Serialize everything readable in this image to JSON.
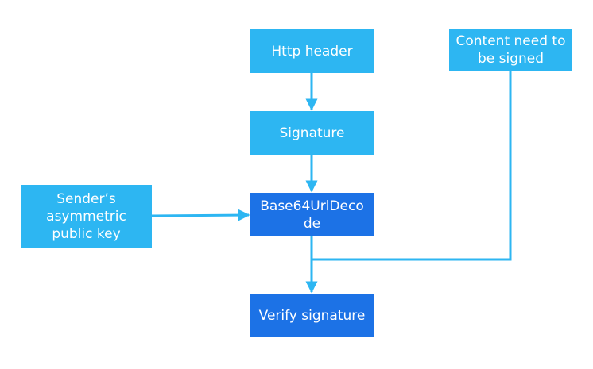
{
  "colors": {
    "light_box": "#2db6f2",
    "dark_box": "#1c72e6",
    "connector": "#2db6f2",
    "text": "#ffffff"
  },
  "nodes": {
    "http_header": {
      "label": "Http header"
    },
    "content": {
      "line1": "Content need to",
      "line2": "be signed"
    },
    "signature": {
      "label": "Signature"
    },
    "sender_key": {
      "line1": "Sender’s",
      "line2": "asymmetric",
      "line3": "public key"
    },
    "decode": {
      "line1": "Base64UrlDeco",
      "line2": "de"
    },
    "verify": {
      "label": "Verify signature"
    }
  },
  "edges": [
    {
      "from": "http_header",
      "to": "signature"
    },
    {
      "from": "signature",
      "to": "decode"
    },
    {
      "from": "sender_key",
      "to": "decode"
    },
    {
      "from": "decode",
      "to": "verify"
    },
    {
      "from": "content",
      "to": "verify"
    }
  ]
}
